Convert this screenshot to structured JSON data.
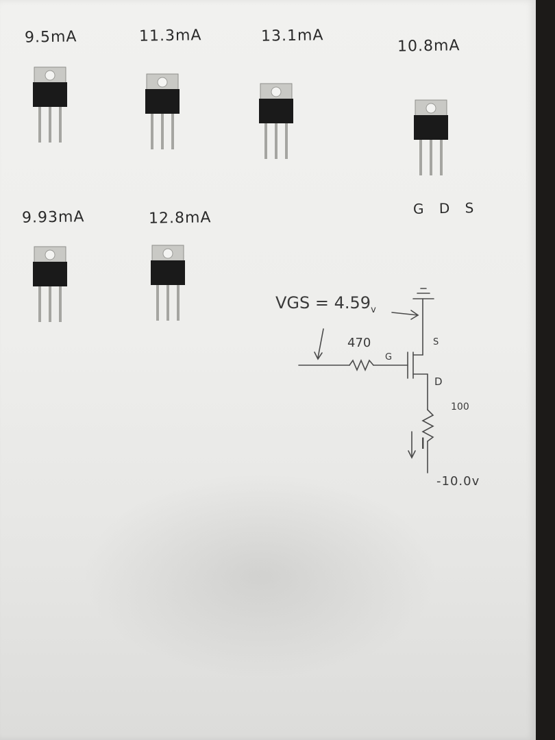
{
  "labels": {
    "c1": "9.5mA",
    "c2": "11.3mA",
    "c3": "13.1mA",
    "c4": "10.8mA",
    "c5": "9.93mA",
    "c6": "12.8mA",
    "pinout": "G D S"
  },
  "schematic": {
    "vgs_label": "VGS",
    "vgs_value": "= 4.59",
    "vgs_unit": "v",
    "gate_resistor": "470",
    "gate": "G",
    "source": "S",
    "drain": "D",
    "drain_resistor": "100",
    "current": "I",
    "supply": "-10.0v"
  },
  "colors": {
    "paper": "#efefed",
    "ink": "#3a3a3a",
    "tab": "#c8c8c4",
    "body": "#1a1a1a"
  }
}
